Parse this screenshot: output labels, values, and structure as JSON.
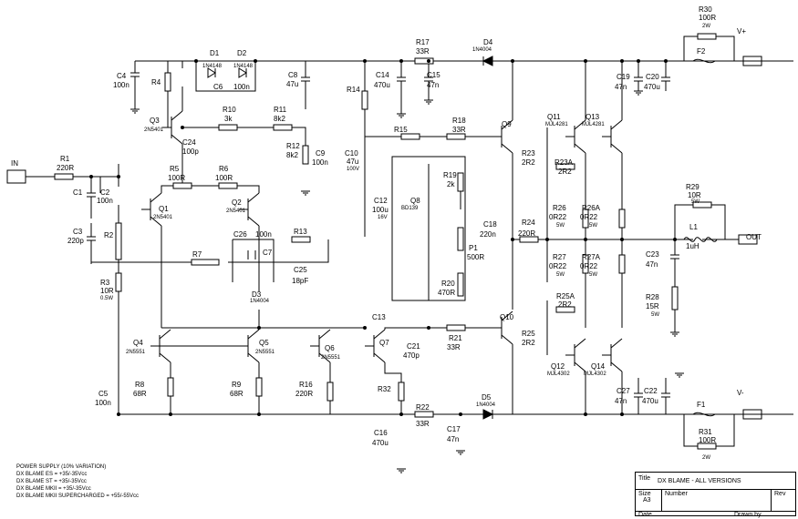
{
  "components": {
    "in": "IN",
    "out": "OUT",
    "vplus": "V+",
    "vminus": "V-",
    "r1": "R1",
    "r1v": "220R",
    "c1": "C1",
    "c2": "C2",
    "c2v": "100n",
    "c3": "C3",
    "c3v": "220p",
    "r2": "R2",
    "r3": "R3",
    "r3v": "10R",
    "r3w": "0.5W",
    "c4": "C4",
    "c4v": "100n",
    "r4": "R4",
    "d1": "D1",
    "d1v": "1N4148",
    "d2": "D2",
    "d2v": "1N4148",
    "c6": "C6",
    "c6v": "100n",
    "c8": "C8",
    "c8v": "47u",
    "r10": "R10",
    "r10v": "3k",
    "r11": "R11",
    "r11v": "8k2",
    "r12": "R12",
    "r12v": "8k2",
    "q3": "Q3",
    "q3t": "2N5401",
    "c24": "C24",
    "c24v": "100p",
    "r5": "R5",
    "r5v": "100R",
    "r6": "R6",
    "r6v": "100R",
    "q1": "Q1",
    "q1t": "2N5401",
    "q2": "Q2",
    "q2t": "2N5401",
    "c26": "C26",
    "c26v": "100n",
    "c7": "C7",
    "r7": "R7",
    "r13": "R13",
    "c25": "C25",
    "c25v": "18pF",
    "d3": "D3",
    "d3v": "1N4004",
    "q4": "Q4",
    "q4t": "2N5551",
    "q5": "Q5",
    "q5t": "2N5551",
    "r8": "R8",
    "r8v": "68R",
    "r9": "R9",
    "r9v": "68R",
    "c5": "C5",
    "c5v": "100n",
    "r14": "R14",
    "c14": "C14",
    "c14v": "470u",
    "c15": "C15",
    "c15v": "47n",
    "r17": "R17",
    "r17v": "33R",
    "d4": "D4",
    "d4v": "1N4004",
    "r15": "R15",
    "r18": "R18",
    "r18v": "33R",
    "c9": "C9",
    "c9v": "100n",
    "c10": "C10",
    "c10v": "47u",
    "c10w": "100V",
    "c12": "C12",
    "c12v": "100u",
    "c12w": "16V",
    "q8": "Q8",
    "q8t": "BD139",
    "r19": "R19",
    "r19v": "2k",
    "p1": "P1",
    "p1v": "500R",
    "r20": "R20",
    "r20v": "470R",
    "c13": "C13",
    "q6": "Q6",
    "q6t": "2N5551",
    "q7": "Q7",
    "c21": "C21",
    "c21v": "470p",
    "r21": "R21",
    "r21v": "33R",
    "r16": "R16",
    "r16v": "220R",
    "r32": "R32",
    "r22": "R22",
    "r22v": "33R",
    "c16": "C16",
    "c16v": "470u",
    "c17": "C17",
    "c17v": "47n",
    "d5": "D5",
    "d5v": "1N4004",
    "q9": "Q9",
    "q10": "Q10",
    "c18": "C18",
    "c18v": "220n",
    "r24": "R24",
    "r24v": "220R",
    "q11": "Q11",
    "q11t": "MJL4281",
    "q13": "Q13",
    "q13t": "MJL4281",
    "q12": "Q12",
    "q12t": "MJL4302",
    "q14": "Q14",
    "q14t": "MJL4302",
    "r23": "R23",
    "r23v": "2R2",
    "r23a": "R23A",
    "r23av": "2R2",
    "r26": "R26",
    "r26v": "0R22",
    "r26w": "5W",
    "r26a": "R26A",
    "r26av": "0R22",
    "r26aw": "5W",
    "r27": "R27",
    "r27v": "0R22",
    "r27w": "5W",
    "r27a": "R27A",
    "r27av": "0R22",
    "r27aw": "5W",
    "r25": "R25",
    "r25v": "2R2",
    "r25a": "R25A",
    "r25av": "2R2",
    "r30": "R30",
    "r30v": "100R",
    "r30w": "2W",
    "f2": "F2",
    "f1": "F1",
    "c19": "C19",
    "c19v": "47n",
    "c20": "C20",
    "c20v": "470u",
    "c27": "C27",
    "c27v": "47n",
    "c22": "C22",
    "c22v": "470u",
    "r31": "R31",
    "r31v": "100R",
    "r31w": "2W",
    "r29": "R29",
    "r29v": "10R",
    "r29w": "5W",
    "l1": "L1",
    "l1v": "1uH",
    "c23": "C23",
    "c23v": "47n",
    "r28": "R28",
    "r28v": "15R",
    "r28w": "5W"
  },
  "notes": {
    "heading": "POWER SUPPLY (10% VARIATION)",
    "line1": "DX BLAME ES = +35/-35Vcc",
    "line2": "DX BLAME ST = +35/-35Vcc",
    "line3": "DX BLAME MKII = +35/-35Vcc",
    "line4": "DX BLAME MKII SUPERCHARGED = +55/-55Vcc"
  },
  "titleblock": {
    "title_label": "Title",
    "title_value": "DX BLAME - ALL VERSIONS",
    "size_label": "Size",
    "size_value": "A3",
    "number_label": "Number",
    "rev_label": "Rev",
    "date_label": "Date",
    "drawn_label": "Drawn by"
  }
}
